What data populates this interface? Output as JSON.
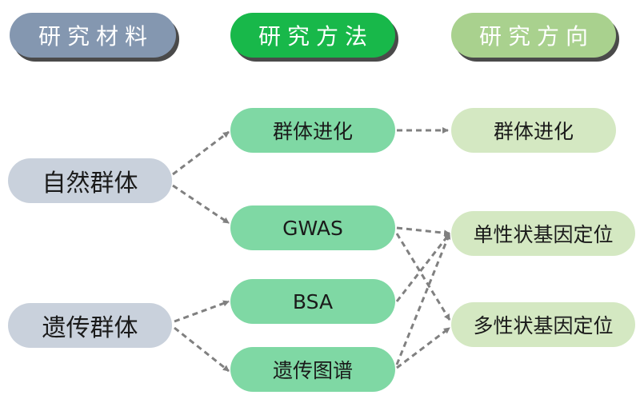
{
  "headers": {
    "materials": "研究材料",
    "methods": "研究方法",
    "directions": "研究方向"
  },
  "materials": {
    "natural": "自然群体",
    "genetic": "遗传群体"
  },
  "methods": {
    "popevo": "群体进化",
    "gwas": "GWAS",
    "bsa": "BSA",
    "genetic_map": "遗传图谱"
  },
  "directions": {
    "popevo": "群体进化",
    "single_gene": "单性状基因定位",
    "multi_gene": "多性状基因定位"
  },
  "colors": {
    "materials_header": "#8497b0",
    "methods_header": "#18b84a",
    "directions_header": "#a9d18e",
    "material_node": "#c9d1dc",
    "method_node": "#7fd8a4",
    "direction_node": "#d4e8c2",
    "arrow": "#808080"
  }
}
